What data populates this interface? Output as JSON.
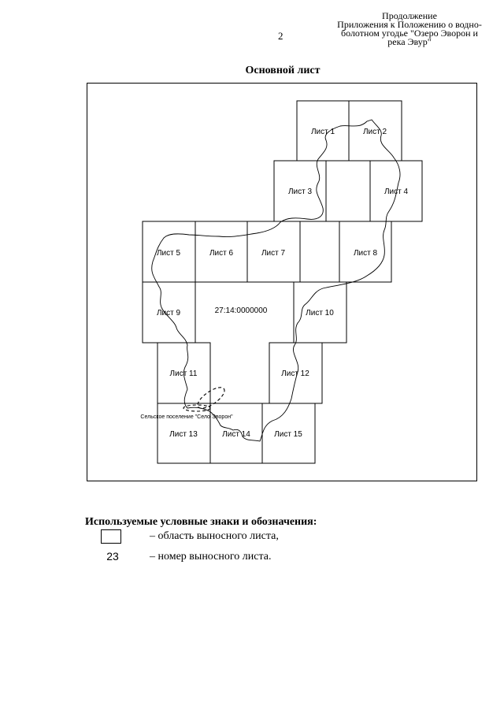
{
  "page_number": "2",
  "header_note": {
    "lines": [
      "Продолжение",
      "Приложения к Положению о водно-",
      "болотном  угодье \"Озеро Эворон и",
      "река Эвур\""
    ]
  },
  "main_title": "Основной лист",
  "map": {
    "sheets": [
      {
        "id": "1",
        "label": "Лист 1"
      },
      {
        "id": "2",
        "label": "Лист 2"
      },
      {
        "id": "3",
        "label": "Лист 3"
      },
      {
        "id": "4",
        "label": "Лист 4"
      },
      {
        "id": "5",
        "label": "Лист 5"
      },
      {
        "id": "6",
        "label": "Лист 6"
      },
      {
        "id": "7",
        "label": "Лист 7"
      },
      {
        "id": "8",
        "label": "Лист 8"
      },
      {
        "id": "9",
        "label": "Лист 9"
      },
      {
        "id": "10",
        "label": "Лист 10"
      },
      {
        "id": "11",
        "label": "Лист 11"
      },
      {
        "id": "12",
        "label": "Лист 12"
      },
      {
        "id": "13",
        "label": "Лист 13"
      },
      {
        "id": "14",
        "label": "Лист 14"
      },
      {
        "id": "15",
        "label": "Лист 15"
      }
    ],
    "cadastral_number": "27:14:0000000",
    "settlement_label": "Сельское поселение \"Село Эворон\""
  },
  "legend": {
    "title": "Используемые условные знаки и обозначения:",
    "sample_number": "23",
    "items": [
      {
        "text": "– область выносного листа,"
      },
      {
        "text": "– номер выносного листа."
      }
    ]
  }
}
